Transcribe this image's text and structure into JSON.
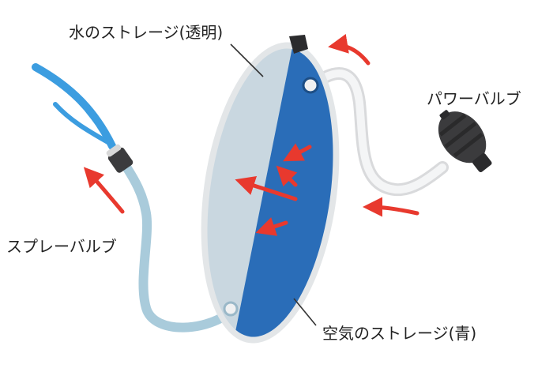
{
  "labels": {
    "water_storage": "水のストレージ(透明)",
    "air_storage": "空気のストレージ(青)",
    "power_bulb": "パワーバルブ",
    "spray_bulb": "スプレーバルブ"
  },
  "colors": {
    "water_fill": "#c9d7e0",
    "air_fill": "#2a6db8",
    "rim": "#e3e6e8",
    "hose": "#a9cbdb",
    "tube": "#e7e8ea",
    "arrow": "#e8392e",
    "spray": "#3c9de0",
    "bulb": "#3b3b3d"
  }
}
